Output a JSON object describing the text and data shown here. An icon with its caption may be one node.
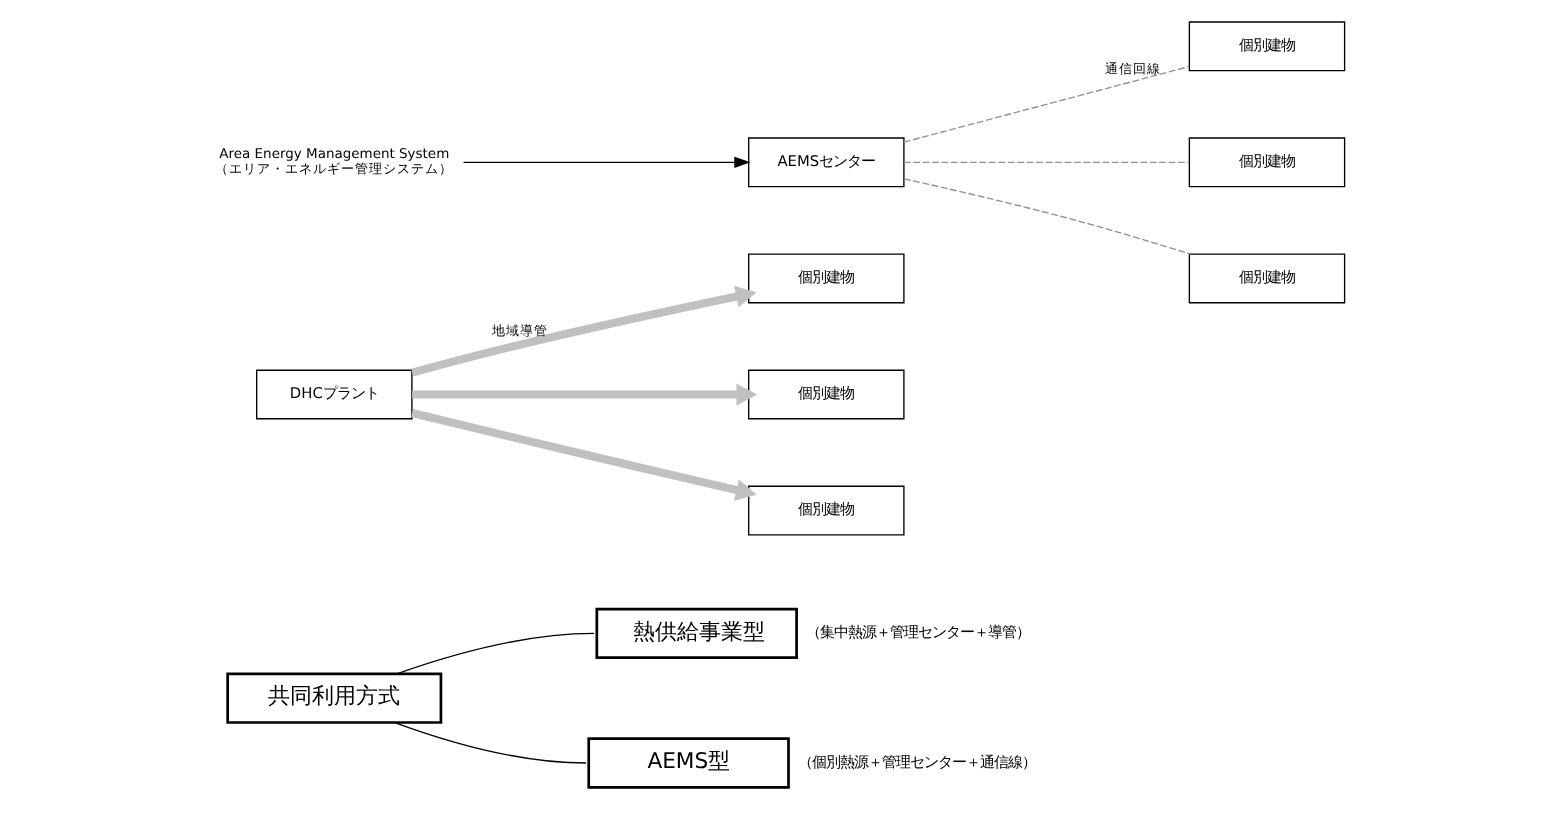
{
  "diagram": {
    "nodes": [
      {
        "text": [
          "共同利用方式"
        ]
      },
      {
        "text": [
          "熱供給事業型"
        ],
        "beside": [
          "（集中熱源＋管理センター＋導管）"
        ]
      },
      {
        "text": [
          "DHCプラント"
        ]
      },
      {
        "text": [
          "個別建物"
        ]
      },
      {
        "text": [
          "個別建物"
        ]
      },
      {
        "text": [
          "個別建物"
        ]
      },
      {
        "text": [
          "AEMS型"
        ],
        "beside": [
          "（個別熱源＋管理センター＋通信線）"
        ]
      },
      {
        "text": [
          "AEMSセンター"
        ]
      },
      {
        "text": [
          "個別建物"
        ]
      },
      {
        "text": [
          "個別建物"
        ]
      },
      {
        "text": [
          "個別建物"
        ]
      },
      {
        "text": [
          "Area Energy Management System",
          "（エリア・エネルギー管理システム）"
        ]
      }
    ],
    "edges": [
      {
        "from": 0,
        "to": 1,
        "arrow": "none",
        "color": "#000000"
      },
      {
        "from": 0,
        "to": 6,
        "arrow": "none",
        "color": "#000000"
      },
      {
        "from": 2,
        "to": 3,
        "arrow": "to",
        "label": "地域導管",
        "style": "thick",
        "color": "#c0c0c0"
      },
      {
        "from": 2,
        "to": 4,
        "arrow": "to",
        "style": "thick",
        "color": "#c0c0c0"
      },
      {
        "from": 2,
        "to": 5,
        "arrow": "to",
        "style": "thick",
        "color": "#c0c0c0"
      },
      {
        "from": 7,
        "to": 8,
        "arrow": "none",
        "label": "通信回線",
        "style": "dashed",
        "color": "#909090"
      },
      {
        "from": 7,
        "to": 9,
        "arrow": "none",
        "style": "dashed",
        "color": "#909090"
      },
      {
        "from": 7,
        "to": 10,
        "arrow": "none",
        "style": "dashed",
        "color": "#909090"
      },
      {
        "from": 11,
        "to": 7,
        "arrow": "to",
        "color": "#000000"
      }
    ]
  }
}
